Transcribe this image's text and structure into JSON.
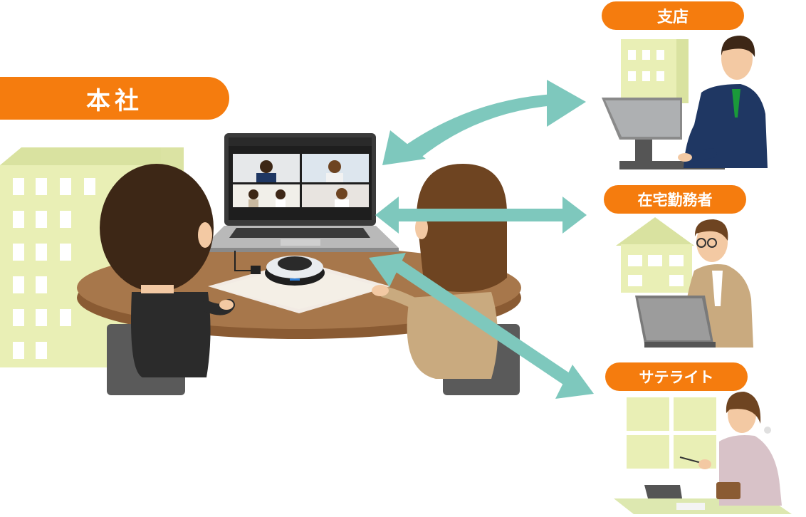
{
  "labels": {
    "headquarters": "本社",
    "branch": "支店",
    "remote_worker": "在宅勤務者",
    "satellite": "サテライト"
  },
  "colors": {
    "label_bg": "#f57c0e",
    "label_text": "#ffffff",
    "arrow": "#7ec8bd",
    "building": "#e9efb5",
    "building_window": "#ffffff",
    "table": "#9a6a3f",
    "chair": "#5a5a5a",
    "hair_dark": "#3d2716",
    "hair_brown": "#6e4421",
    "suit_navy": "#1f3763",
    "laptop_gray": "#8a8a8a"
  },
  "icons": [
    "headquarters-building-icon",
    "meeting-table-icon",
    "laptop-video-call-icon",
    "speakerphone-icon",
    "branch-office-building-icon",
    "house-icon",
    "satellite-office-window-icon"
  ]
}
